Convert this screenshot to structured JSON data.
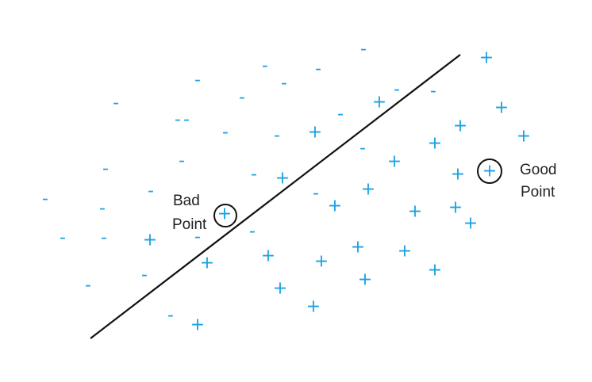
{
  "colors": {
    "background": "#ffffff",
    "mark": "#1ba1e2",
    "line": "#111111",
    "circle": "#111111",
    "text": "#222222"
  },
  "symbols": {
    "positive": "+",
    "negative": "-"
  },
  "annotations": {
    "bad_point": {
      "line1": "Bad",
      "line2": "Point"
    },
    "good_point": {
      "line1": "Good",
      "line2": "Point"
    }
  }
}
